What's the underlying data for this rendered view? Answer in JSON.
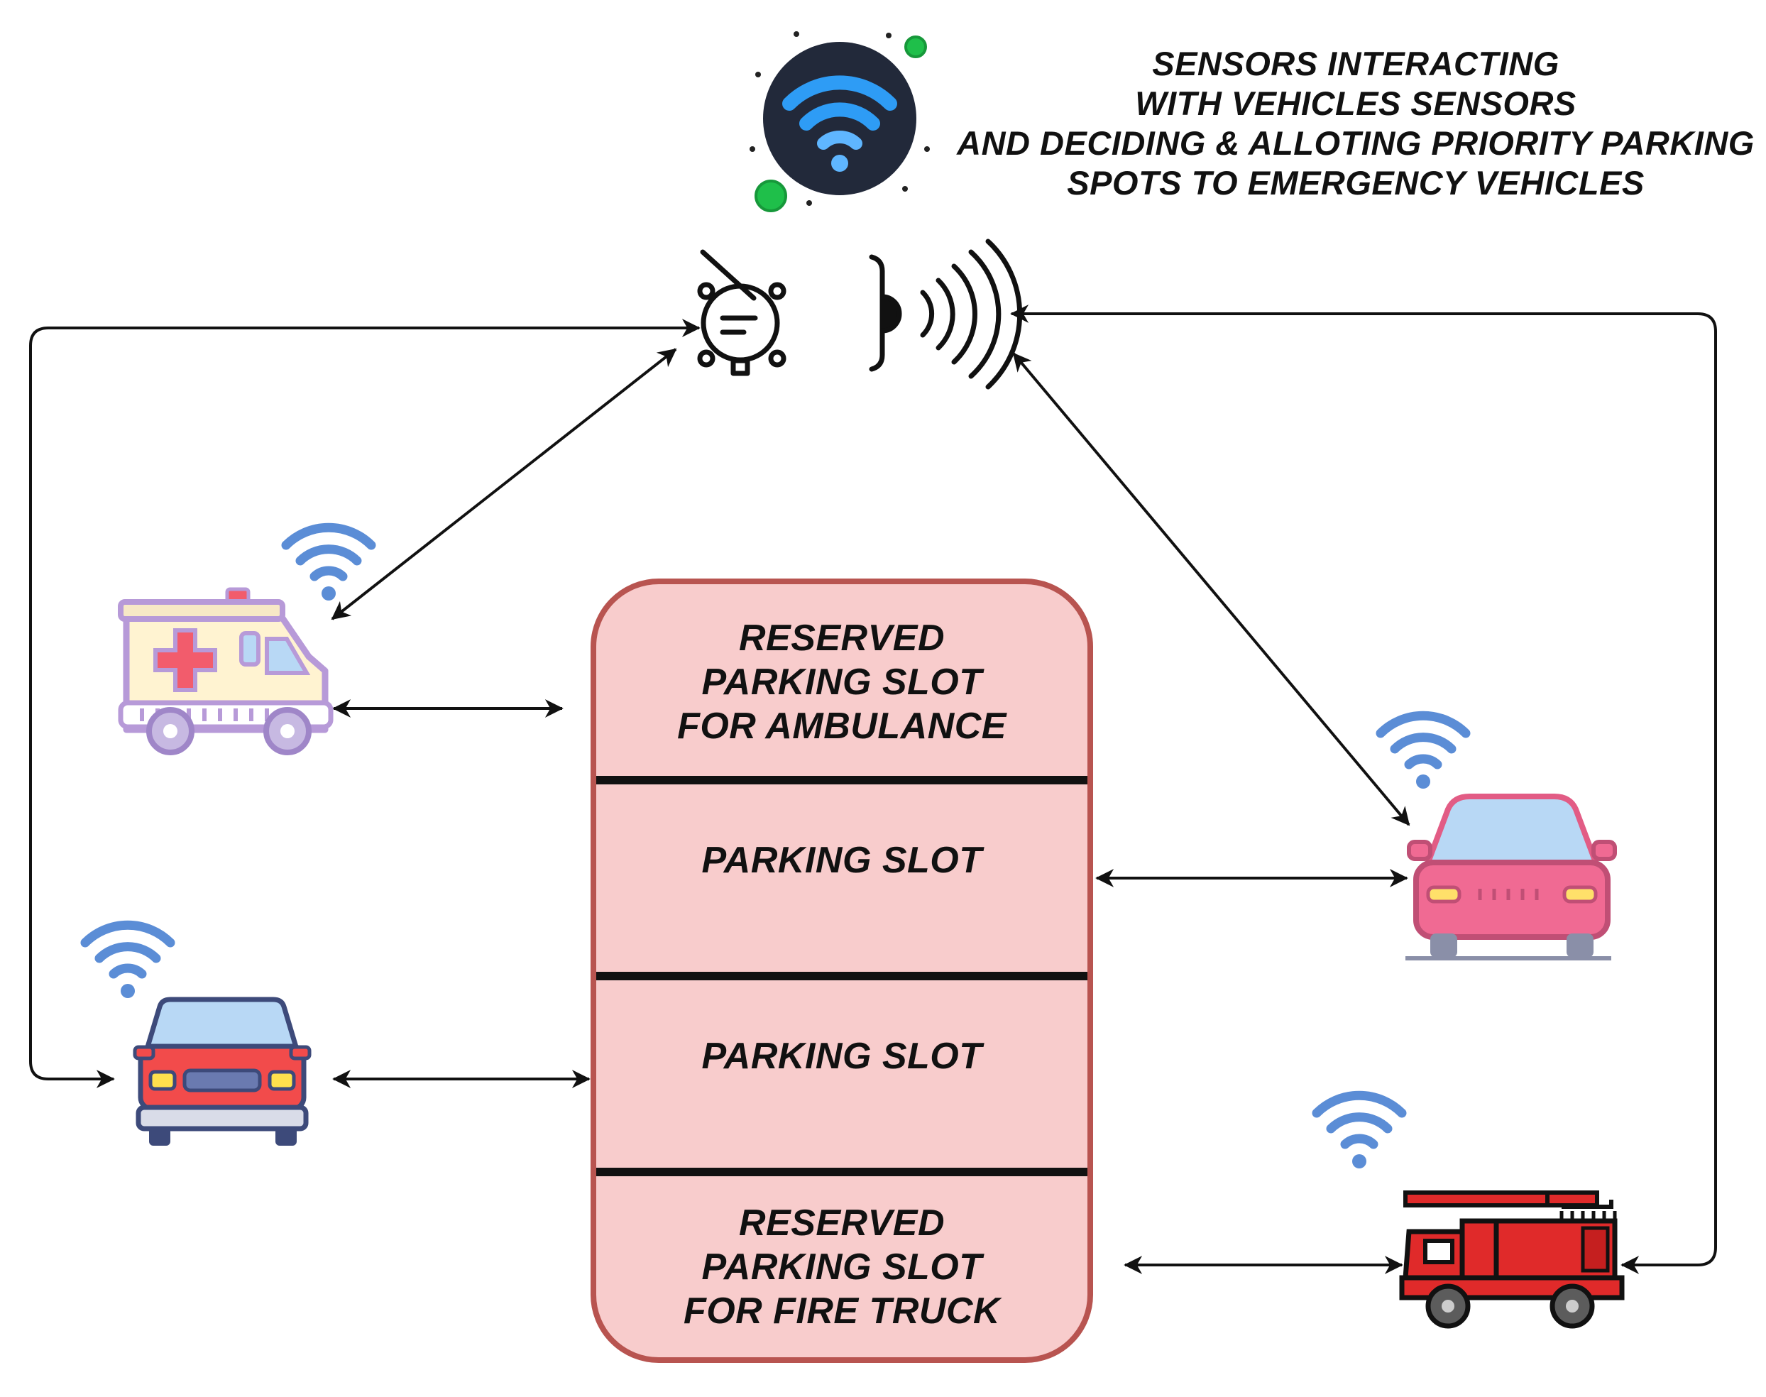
{
  "caption": {
    "lines": [
      "SENSORS INTERACTING",
      "WITH VEHICLES SENSORS",
      "AND DECIDING & ALLOTING PRIORITY PARKING",
      "SPOTS TO EMERGENCY VEHICLES"
    ]
  },
  "parking_lot": {
    "slots": [
      {
        "lines": [
          "RESERVED",
          "PARKING SLOT",
          "FOR AMBULANCE"
        ]
      },
      {
        "lines": [
          "PARKING SLOT"
        ]
      },
      {
        "lines": [
          "PARKING SLOT"
        ]
      },
      {
        "lines": [
          "RESERVED",
          "PARKING SLOT",
          "FOR FIRE TRUCK"
        ]
      }
    ]
  },
  "icons": {
    "hub": "wifi-hub-icon",
    "sensor_node": "sensor-node-icon",
    "proximity_sensor": "proximity-sensor-icon",
    "vehicle_signal": "wifi-signal-icon",
    "ambulance": "ambulance-icon",
    "car_red": "red-car-icon",
    "car_pink": "pink-car-icon",
    "fire_truck": "fire-truck-icon"
  },
  "colors": {
    "slot_fill": "#f8cccc",
    "slot_border": "#b85450",
    "wifi_blue": "#5b8dd6",
    "hub_dark": "#22293a",
    "hub_accent": "#2e9cf5",
    "dot_green": "#1fbf4a",
    "arrow": "#111111"
  }
}
